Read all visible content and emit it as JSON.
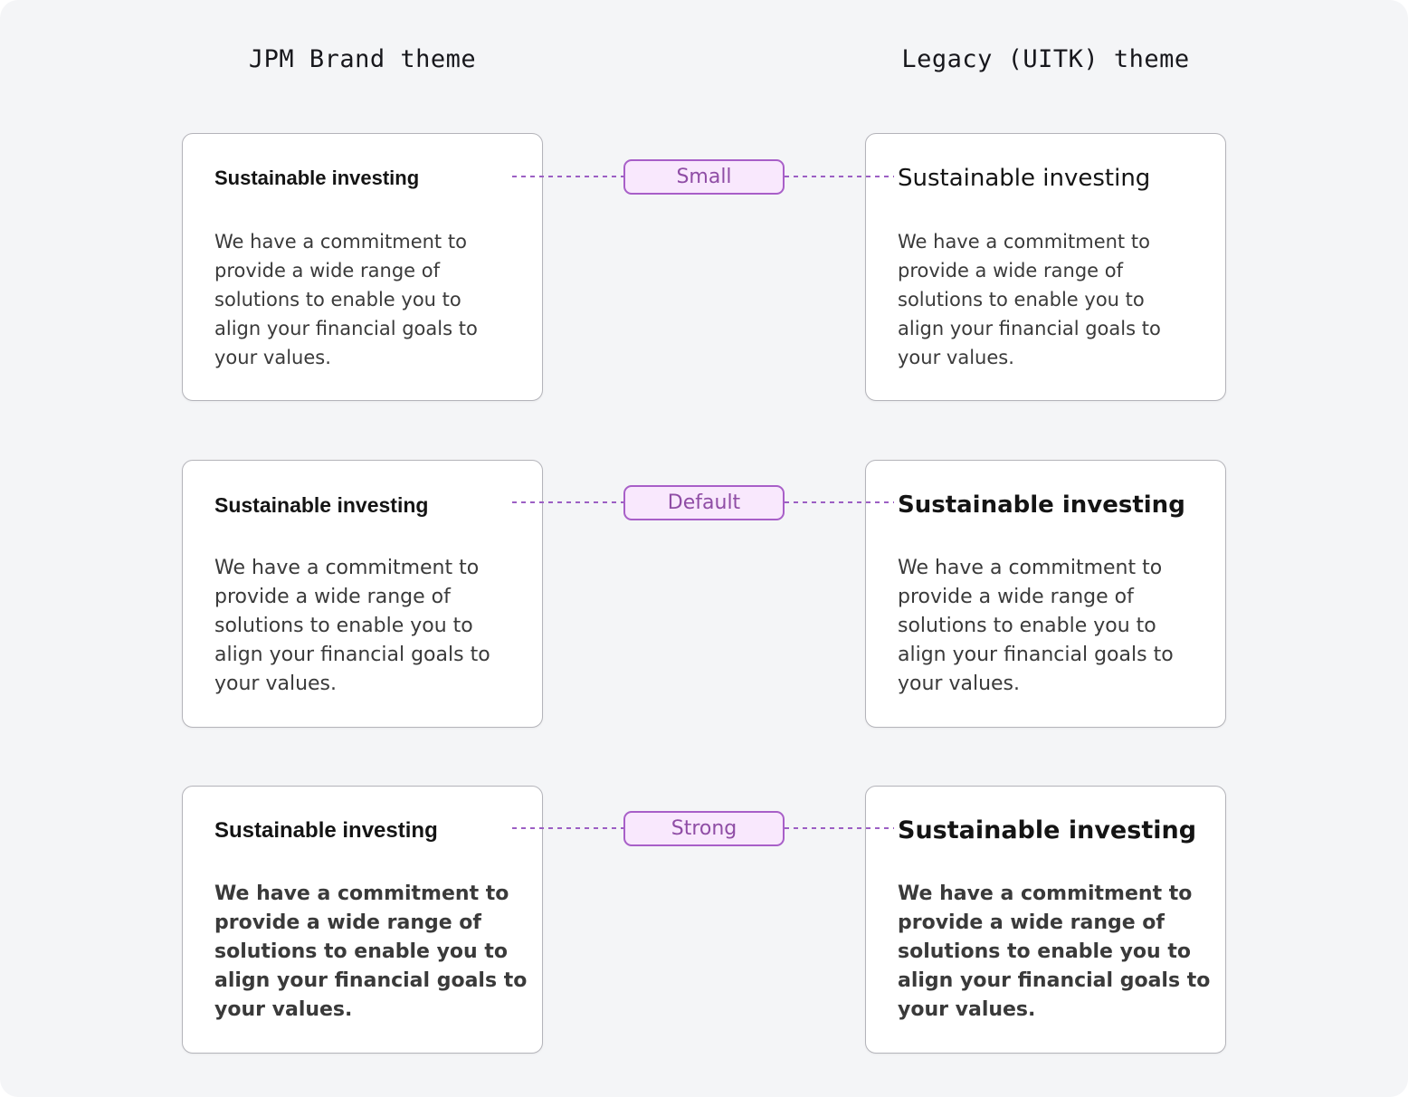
{
  "columns": [
    {
      "title": "JPM Brand theme"
    },
    {
      "title": "Legacy (UITK) theme"
    }
  ],
  "rows": [
    {
      "variant_label": "Small",
      "cards": {
        "left": {
          "heading": "Sustainable investing",
          "body": "We have a commitment to\nprovide a wide range of\nsolutions to enable you to\nalign your financial goals to\nyour values."
        },
        "right": {
          "heading": "Sustainable investing",
          "body": "We have a commitment to\nprovide a wide range of\nsolutions to enable you to\nalign your financial goals to\nyour values."
        }
      }
    },
    {
      "variant_label": "Default",
      "cards": {
        "left": {
          "heading": "Sustainable investing",
          "body": "We have a commitment to\nprovide a wide range of\nsolutions to enable you to\nalign your financial goals to\nyour values."
        },
        "right": {
          "heading": "Sustainable investing",
          "body": "We have a commitment to\nprovide a wide range of\nsolutions to enable you to\nalign your financial goals to\nyour values."
        }
      }
    },
    {
      "variant_label": "Strong",
      "cards": {
        "left": {
          "heading": "Sustainable investing",
          "body": "We have a commitment to\nprovide a wide range of\nsolutions to enable you to\nalign your financial goals to\nyour values."
        },
        "right": {
          "heading": "Sustainable investing",
          "body": "We have a commitment to\nprovide a wide range of\nsolutions to enable you to\nalign your financial goals to\nyour values."
        }
      }
    }
  ],
  "colors": {
    "panel_background": "#f4f5f7",
    "card_background": "#ffffff",
    "card_border": "#b4b4ba",
    "badge_background": "#f9e8fd",
    "badge_border": "#a85fc8",
    "badge_text": "#8f4da5",
    "connector_line": "#9c5fc4",
    "heading_text": "#141414",
    "body_text": "#3a3a3a"
  }
}
